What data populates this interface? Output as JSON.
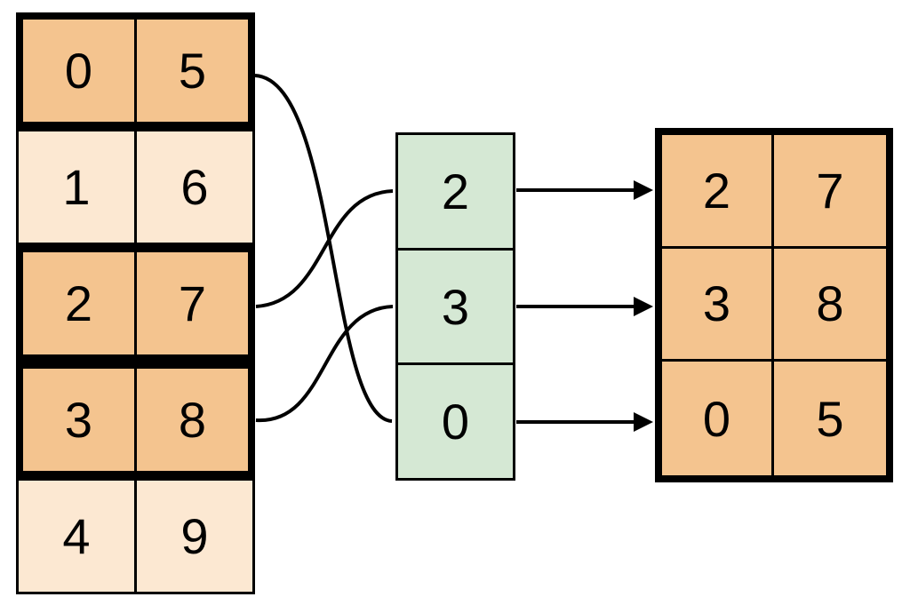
{
  "canvas": {
    "background": "#ffffff"
  },
  "colors": {
    "highlight-fill": "#f4c48f",
    "muted-fill": "#fce8d2",
    "index-fill": "#d5e8d4",
    "stroke": "#000000"
  },
  "source_table": {
    "rows": [
      {
        "cells": [
          "0",
          "5"
        ],
        "highlighted": true
      },
      {
        "cells": [
          "1",
          "6"
        ],
        "highlighted": false
      },
      {
        "cells": [
          "2",
          "7"
        ],
        "highlighted": true
      },
      {
        "cells": [
          "3",
          "8"
        ],
        "highlighted": true
      },
      {
        "cells": [
          "4",
          "9"
        ],
        "highlighted": false
      }
    ]
  },
  "index_column": {
    "cells": [
      "2",
      "3",
      "0"
    ]
  },
  "result_table": {
    "rows": [
      {
        "cells": [
          "2",
          "7"
        ]
      },
      {
        "cells": [
          "3",
          "8"
        ]
      },
      {
        "cells": [
          "0",
          "5"
        ]
      }
    ]
  },
  "connections": {
    "curves": [
      {
        "from_source_row": 0,
        "to_index_position": 2
      },
      {
        "from_source_row": 2,
        "to_index_position": 0
      },
      {
        "from_source_row": 3,
        "to_index_position": 1
      }
    ],
    "arrows": [
      {
        "from_index_position": 0,
        "to_result_row": 0
      },
      {
        "from_index_position": 1,
        "to_result_row": 1
      },
      {
        "from_index_position": 2,
        "to_result_row": 2
      }
    ]
  }
}
